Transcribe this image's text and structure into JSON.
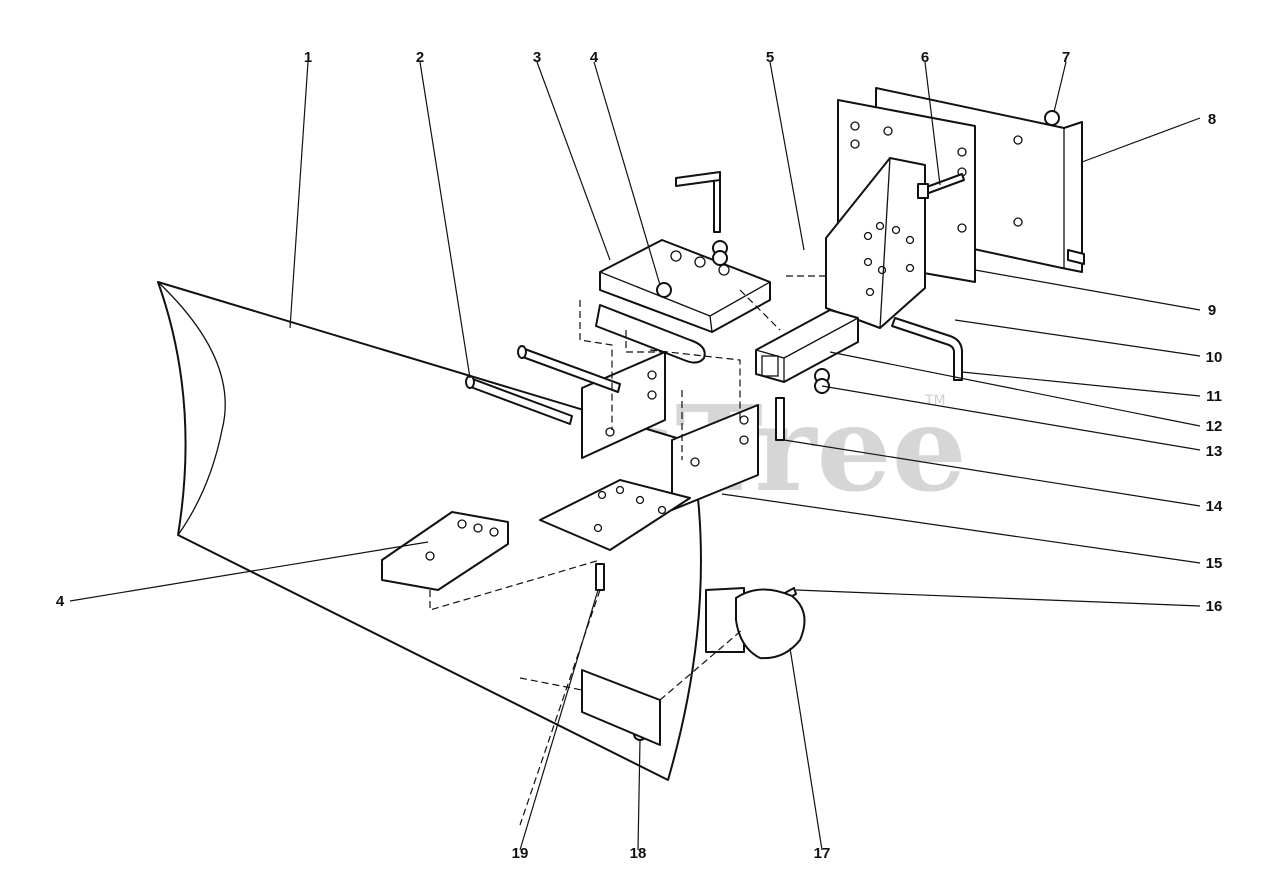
{
  "watermark": {
    "text": "PartsTree",
    "tm": "TM"
  },
  "callouts": [
    {
      "id": "1",
      "label": "1"
    },
    {
      "id": "2",
      "label": "2"
    },
    {
      "id": "3",
      "label": "3"
    },
    {
      "id": "4a",
      "label": "4"
    },
    {
      "id": "5",
      "label": "5"
    },
    {
      "id": "6",
      "label": "6"
    },
    {
      "id": "7",
      "label": "7"
    },
    {
      "id": "8",
      "label": "8"
    },
    {
      "id": "9",
      "label": "9"
    },
    {
      "id": "10",
      "label": "10"
    },
    {
      "id": "11",
      "label": "11"
    },
    {
      "id": "12",
      "label": "12"
    },
    {
      "id": "13",
      "label": "13"
    },
    {
      "id": "14",
      "label": "14"
    },
    {
      "id": "15",
      "label": "15"
    },
    {
      "id": "4b",
      "label": "4"
    },
    {
      "id": "16",
      "label": "16"
    },
    {
      "id": "17",
      "label": "17"
    },
    {
      "id": "18",
      "label": "18"
    },
    {
      "id": "19",
      "label": "19"
    }
  ]
}
